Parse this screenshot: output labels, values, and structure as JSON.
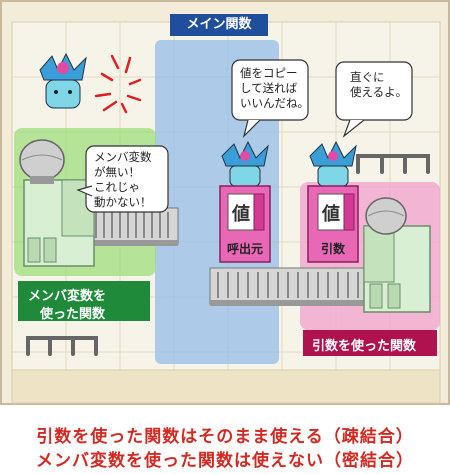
{
  "main_function_label": "メイン関数",
  "left_panel": {
    "line1": "メンバ変数を",
    "line2": "使った関数"
  },
  "right_panel": {
    "label": "引数を使った関数"
  },
  "bubbles": {
    "left": "メンバ変数\nが無い！\nこれじゃ\n動かない！",
    "middle": "値をコピー\nして送れば\nいいんだね。",
    "right": "直ぐに\n使えるよ。"
  },
  "caller_robot": {
    "value_text": "値",
    "tag": "呼出元"
  },
  "arg_robot": {
    "value_text": "値",
    "tag": "引数"
  },
  "caption": {
    "line1": "引数を使った関数はそのまま使える（疎結合）",
    "line2": "メンバ変数を使った関数は使えない（密結合）"
  }
}
